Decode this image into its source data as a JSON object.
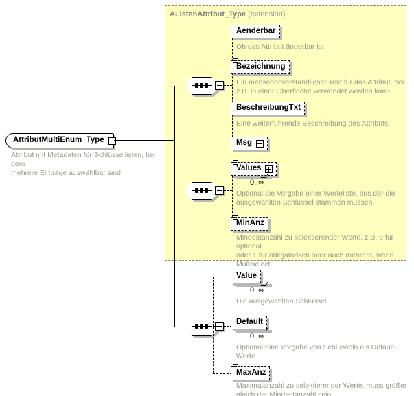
{
  "diagram": {
    "title": "AttributMultiEnum_Type",
    "type": "xml-schema-element-diagram"
  },
  "root": {
    "name": "AttributMultiEnum_Type",
    "toggle": "minus",
    "documentation": "Attribut mit Metadaten für Schlüssellisten, bei dem\nmehrere Einträge auswählbar sind."
  },
  "extension": {
    "base_name": "AListenAttribut_Type",
    "kind_label": "(extension)"
  },
  "compositors": [
    {
      "id": "seq-1",
      "symbol": "sequence",
      "toggle": "minus"
    },
    {
      "id": "seq-2",
      "symbol": "sequence",
      "toggle": "minus"
    },
    {
      "id": "seq-3",
      "symbol": "sequence",
      "toggle": "minus"
    }
  ],
  "nodes": [
    {
      "id": "aenderbar",
      "name": "Aenderbar",
      "kind": "attribute",
      "optional": true,
      "expandable": false,
      "cardinality": "",
      "documentation": "Ob das Attribut änderbar ist",
      "group": "extension"
    },
    {
      "id": "bezeichnung",
      "name": "Bezeichnung",
      "kind": "attribute",
      "optional": true,
      "expandable": false,
      "cardinality": "",
      "documentation": "Ein menschenverständlicher Text für das Attribut, der\nz.B. in einer Oberfläche verwendet werden kann.",
      "group": "extension"
    },
    {
      "id": "beschreibungtxt",
      "name": "BeschreibungTxt",
      "kind": "attribute",
      "optional": true,
      "expandable": false,
      "cardinality": "",
      "documentation": "Eine weiterführende Beschreibung des Attributs.",
      "group": "extension"
    },
    {
      "id": "msg",
      "name": "Msg",
      "kind": "attribute",
      "optional": true,
      "expandable": true,
      "toggle": "plus",
      "cardinality": "",
      "documentation": "",
      "group": "extension"
    },
    {
      "id": "values",
      "name": "Values",
      "kind": "attribute",
      "optional": true,
      "expandable": true,
      "toggle": "plus",
      "cardinality": "0..∞",
      "documentation": "Optional die Vorgabe einer Werteliste, aus der die\nausgewählten Schlüssel stammen müssen",
      "group": "extension"
    },
    {
      "id": "minanz",
      "name": "MinAnz",
      "kind": "attribute",
      "optional": true,
      "expandable": false,
      "cardinality": "",
      "documentation": "Mindestanzahl zu selektierender Werte, z.B. 0 für optional\noder 1 für obligatorisch oder auch mehrere, wenn\nMultiselect.",
      "group": "extension"
    },
    {
      "id": "value",
      "name": "Value",
      "kind": "attribute",
      "optional": true,
      "expandable": false,
      "cardinality": "0..∞",
      "documentation": "Die ausgewählten Schlüssel",
      "group": "own"
    },
    {
      "id": "default",
      "name": "Default",
      "kind": "attribute",
      "optional": true,
      "expandable": false,
      "cardinality": "0..∞",
      "documentation": "Optional eine Vorgabe von Schlüsseln als Default-Werte",
      "group": "own"
    },
    {
      "id": "maxanz",
      "name": "MaxAnz",
      "kind": "attribute",
      "optional": true,
      "expandable": false,
      "cardinality": "",
      "documentation": "Maximalanzahl zu selektierender Werte, muss größer\ngleich der Mindestanzahl sein.",
      "group": "own"
    }
  ],
  "colors": {
    "panel_background": "#ffffc0",
    "panel_border": "#808060",
    "node_background": "#ffffff",
    "node_border": "#000000",
    "documentation_text": "#9a9a8c",
    "shadow": "#b8b8b8"
  }
}
